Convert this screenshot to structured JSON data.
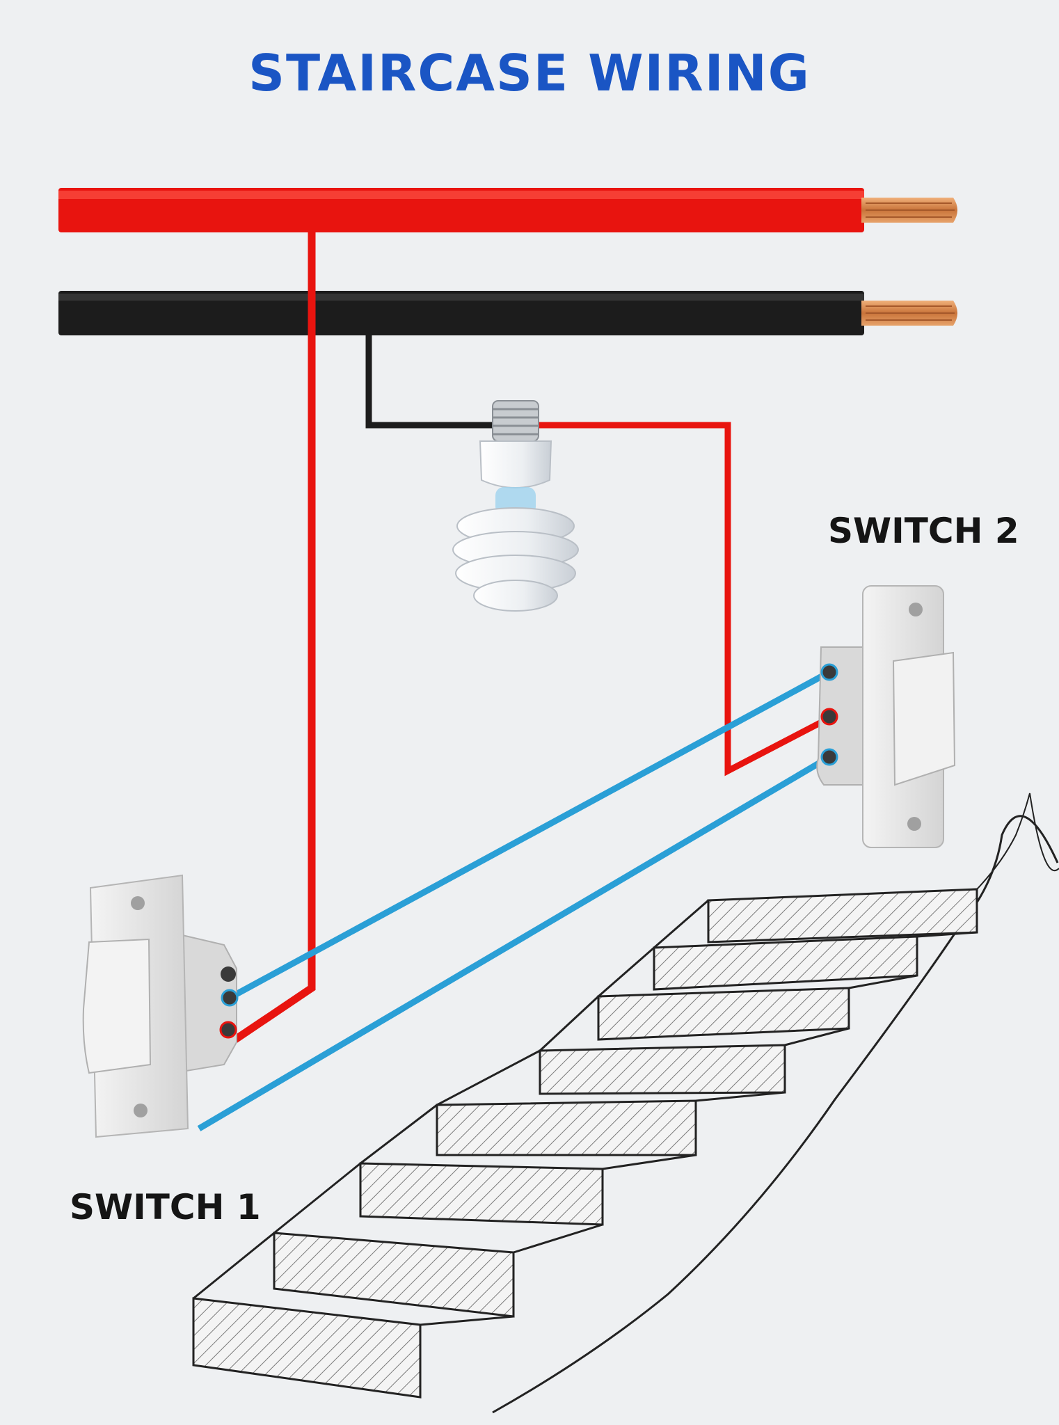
{
  "title": "STAIRCASE WIRING",
  "labels": {
    "switch1": "SWITCH 1",
    "switch2": "SWITCH 2"
  },
  "colors": {
    "title": "#1a55c4",
    "live_wire": "#e8140f",
    "neutral_wire": "#1c1c1c",
    "traveler_wire": "#2a9fd6",
    "copper": "#d4814a",
    "switch_body": "#e6e6e6",
    "background": "#eef0f2"
  },
  "icons": [
    "light-bulb-icon",
    "switch-icon",
    "staircase-icon"
  ]
}
